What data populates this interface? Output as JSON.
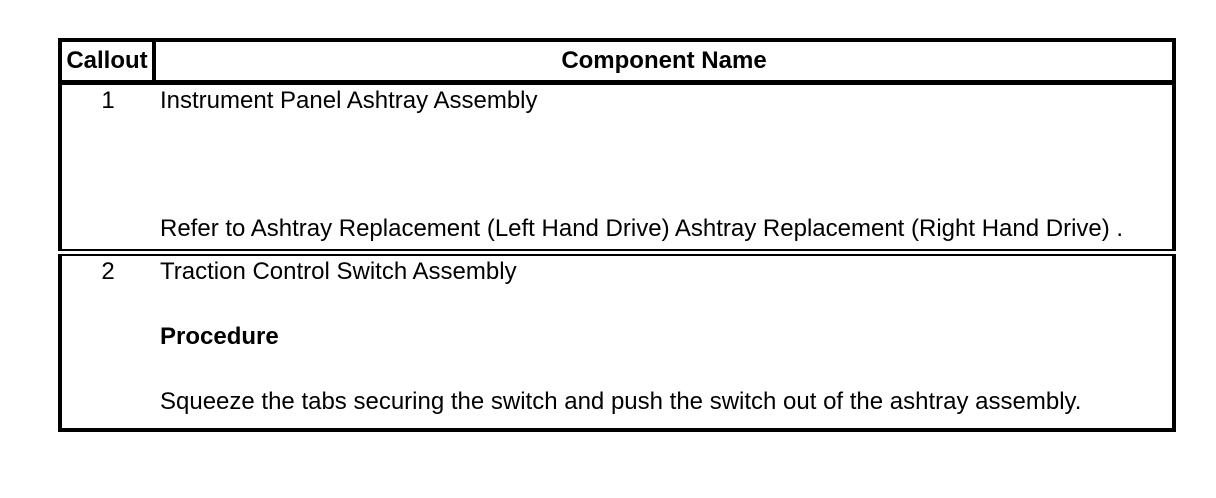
{
  "table": {
    "headers": {
      "callout": "Callout",
      "component_name": "Component Name"
    },
    "rows": [
      {
        "callout": "1",
        "component_name": "Instrument Panel Ashtray Assembly",
        "refer_text": "Refer to Ashtray Replacement (Left Hand Drive) Ashtray Replacement (Right Hand Drive) ."
      },
      {
        "callout": "2",
        "component_name": "Traction Control Switch Assembly",
        "procedure_label": "Procedure",
        "procedure_text": "Squeeze the tabs securing the switch and push the switch out of the ashtray assembly."
      }
    ]
  },
  "colors": {
    "border": "#000000",
    "text": "#000000",
    "background": "#ffffff"
  }
}
